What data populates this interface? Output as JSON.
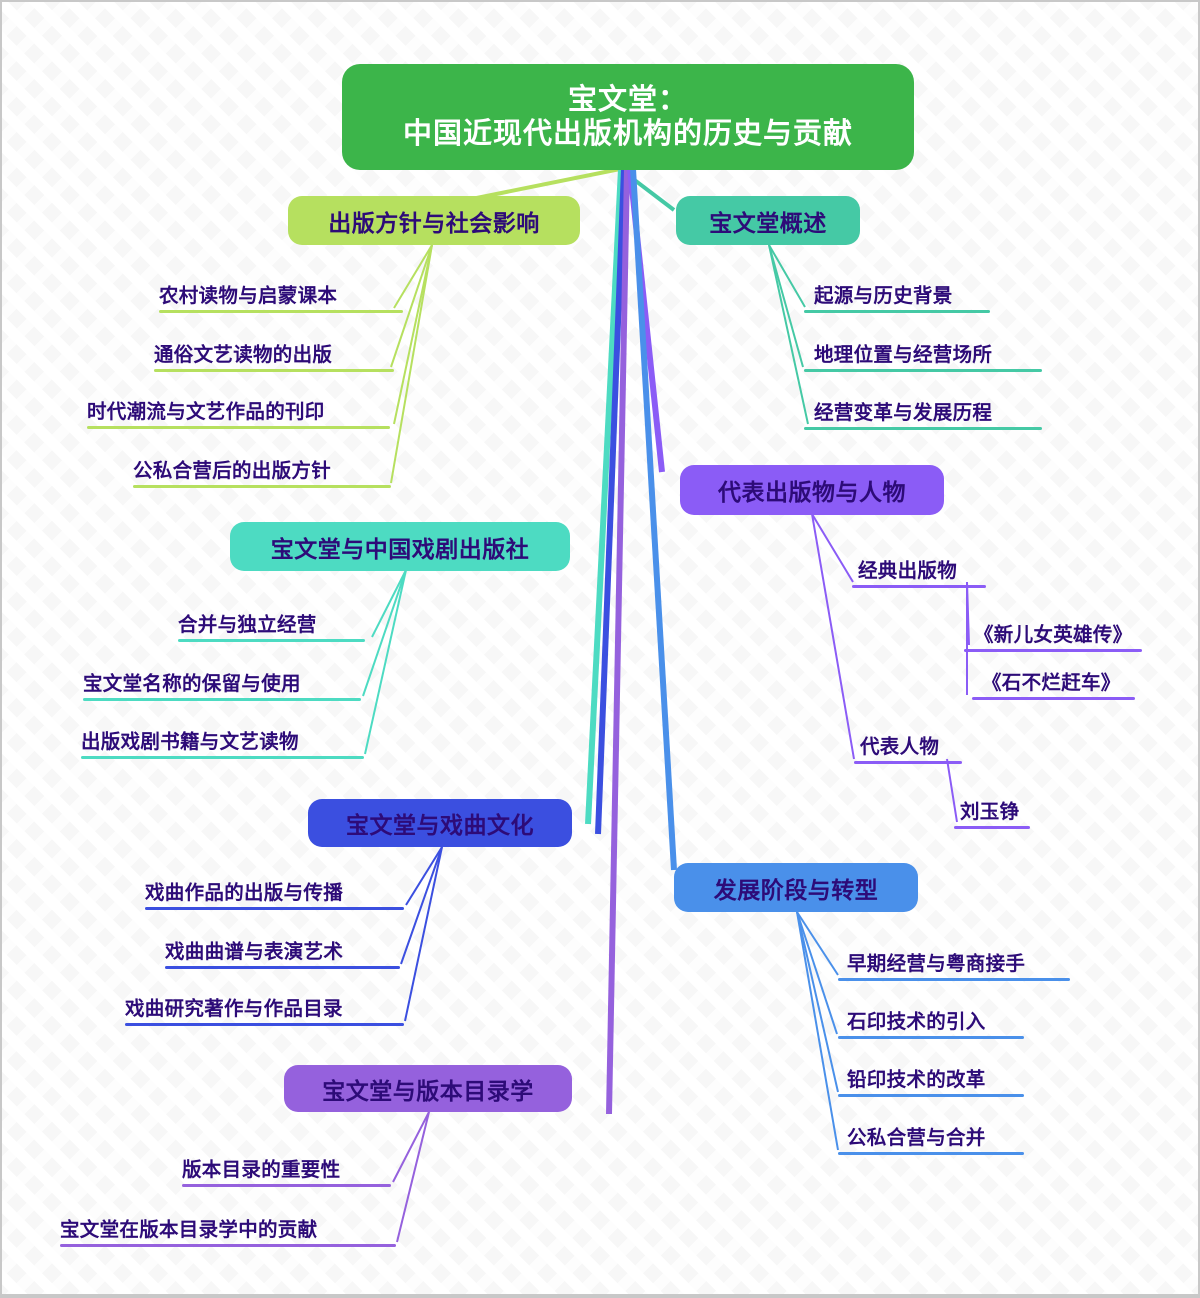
{
  "meta": {
    "type": "mind-map",
    "title_line1": "宝文堂：",
    "title_line2": "中国近现代出版机构的历史与贡献"
  },
  "colors": {
    "root": "#3cb54a",
    "green_light": "#b6e05f",
    "teal": "#45c9a5",
    "turquoise": "#4ddbc2",
    "blue_royal": "#3b4fe0",
    "purple_violet": "#8b5cf6",
    "purple_muted": "#9561dd",
    "blue_sky": "#4a90ea",
    "text_dark": "#2d0b78",
    "text_light": "#ffffff",
    "background": "#f7f7f7"
  },
  "root": {
    "label_line1": "宝文堂：",
    "label_line2": "中国近现代出版机构的历史与贡献"
  },
  "branches": [
    {
      "id": "publishing-policy",
      "label": "出版方针与社会影响",
      "color": "#b6e05f",
      "side": "left",
      "children": [
        {
          "label": "农村读物与启蒙课本"
        },
        {
          "label": "通俗文艺读物的出版"
        },
        {
          "label": "时代潮流与文艺作品的刊印"
        },
        {
          "label": "公私合营后的出版方针"
        }
      ]
    },
    {
      "id": "drama-press",
      "label": "宝文堂与中国戏剧出版社",
      "color": "#4ddbc2",
      "side": "left",
      "children": [
        {
          "label": "合并与独立经营"
        },
        {
          "label": "宝文堂名称的保留与使用"
        },
        {
          "label": "出版戏剧书籍与文艺读物"
        }
      ]
    },
    {
      "id": "opera-culture",
      "label": "宝文堂与戏曲文化",
      "color": "#3b4fe0",
      "side": "left",
      "children": [
        {
          "label": "戏曲作品的出版与传播"
        },
        {
          "label": "戏曲曲谱与表演艺术"
        },
        {
          "label": "戏曲研究著作与作品目录"
        }
      ]
    },
    {
      "id": "bibliography",
      "label": "宝文堂与版本目录学",
      "color": "#9561dd",
      "side": "left",
      "children": [
        {
          "label": "版本目录的重要性"
        },
        {
          "label": "宝文堂在版本目录学中的贡献"
        }
      ]
    },
    {
      "id": "overview",
      "label": "宝文堂概述",
      "color": "#45c9a5",
      "side": "right",
      "children": [
        {
          "label": "起源与历史背景"
        },
        {
          "label": "地理位置与经营场所"
        },
        {
          "label": "经营变革与发展历程"
        }
      ]
    },
    {
      "id": "works-people",
      "label": "代表出版物与人物",
      "color": "#8b5cf6",
      "side": "right",
      "children": [
        {
          "label": "经典出版物",
          "children": [
            {
              "label": "《新儿女英雄传》"
            },
            {
              "label": "《石不烂赶车》"
            }
          ]
        },
        {
          "label": "代表人物",
          "children": [
            {
              "label": "刘玉铮"
            }
          ]
        }
      ]
    },
    {
      "id": "stages",
      "label": "发展阶段与转型",
      "color": "#4a90ea",
      "side": "right",
      "children": [
        {
          "label": "早期经营与粤商接手"
        },
        {
          "label": "石印技术的引入"
        },
        {
          "label": "铅印技术的改革"
        },
        {
          "label": "公私合营与合并"
        }
      ]
    }
  ]
}
